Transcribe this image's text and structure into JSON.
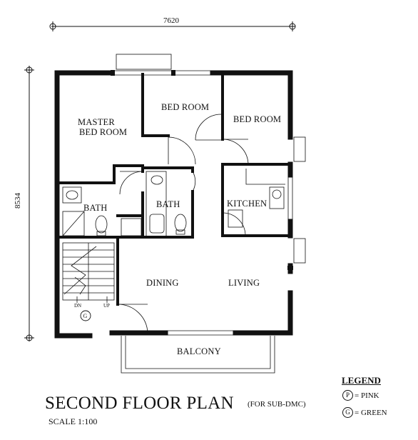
{
  "plan": {
    "dimension_width": "7620",
    "dimension_height": "8534",
    "rooms": {
      "master_line1": "MASTER",
      "master_line2": "BED ROOM",
      "bedroom1": "BED ROOM",
      "bedroom2": "BED ROOM",
      "bath_left": "BATH",
      "bath_center": "BATH",
      "kitchen": "KITCHEN",
      "dining": "DINING",
      "living": "LIVING",
      "balcony": "BALCONY"
    },
    "stair": {
      "dn": "DN",
      "up": "UP",
      "marker": "G"
    }
  },
  "title": "SECOND FLOOR PLAN",
  "subtitle": "(FOR SUB-DMC)",
  "scale": "SCALE 1:100",
  "legend": {
    "title": "LEGEND",
    "items": [
      {
        "key": "P",
        "label": "= PINK"
      },
      {
        "key": "G",
        "label": "= GREEN"
      }
    ]
  },
  "colors": {
    "ink": "#111111",
    "paper": "#ffffff"
  }
}
